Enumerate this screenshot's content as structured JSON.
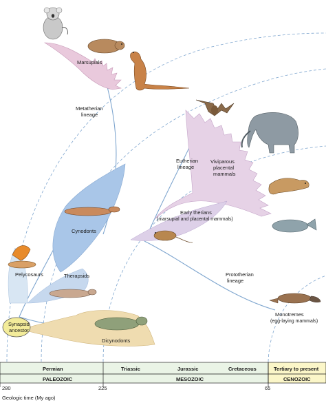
{
  "labels": {
    "marsupials": "Marsupials",
    "metatherian": [
      "Metatherian",
      "lineage"
    ],
    "eutherian": [
      "Eutherian",
      "lineage"
    ],
    "viviparous": [
      "Viviparous",
      "placental",
      "mammals"
    ],
    "early_therians": [
      "Early therians",
      "(marsupial and placental mammals)"
    ],
    "cynodonts": "Cynodonts",
    "pelycosaurs": "Pelycosaurs",
    "therapsids": "Therapsids",
    "prototherian": [
      "Prototherian",
      "lineage"
    ],
    "monotremes": [
      "Monotremes",
      "(egg-laying mammals)"
    ],
    "synapsid": [
      "Synapsid",
      "ancestor"
    ],
    "dicynodonts": "Dicynodonts"
  },
  "timeline": {
    "periods": [
      "Permian",
      "Triassic",
      "Jurassic",
      "Cretaceous",
      "Tertiary to present"
    ],
    "eras": [
      "PALEOZOIC",
      "MESOZOIC",
      "CENOZOIC"
    ],
    "ticks": [
      "280",
      "225",
      "65"
    ],
    "axis_label": "Geologic time (My ago)"
  },
  "colors": {
    "marsupial_fill": "#e9c9dc",
    "placental_fill": "#e6d2e6",
    "early_therian_fill": "#ddd0e8",
    "cynodont_fill": "#a9c6e8",
    "therapsid_fill": "#c6d8ee",
    "pelycosaur_fill": "#d8e6f3",
    "dicynodont_fill": "#efdcb0",
    "synapsid_fill": "#f3ec9a",
    "lineage_line": "#7fa6cf",
    "cenozoic_band": "#fbf6c8",
    "period_band": "#eaf4e6"
  },
  "animals": [
    "koala",
    "wombat",
    "kangaroo",
    "bat",
    "elephant",
    "ferret",
    "manatee",
    "platypus",
    "mouse",
    "pelycosaur",
    "cynodont",
    "therapsid",
    "dicynodont"
  ]
}
